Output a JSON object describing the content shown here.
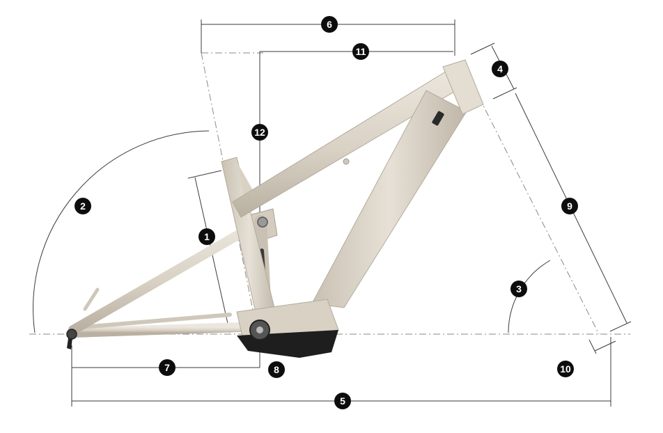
{
  "diagram": {
    "subject": "e-bike frame geometry",
    "colors": {
      "frame": "#d8d1c4",
      "frame_shade": "#b9b0a1",
      "frame_light": "#ece7de",
      "motor_cover": "#1e1e1e",
      "dimension_line": "#3a3a3a",
      "reference_line": "#8a8a8a",
      "badge": "#0d0d0d"
    },
    "badges": {
      "b1": "1",
      "b2": "2",
      "b3": "3",
      "b4": "4",
      "b5": "5",
      "b6": "6",
      "b7": "7",
      "b8": "8",
      "b9": "9",
      "b10": "10",
      "b11": "11",
      "b12": "12"
    }
  }
}
